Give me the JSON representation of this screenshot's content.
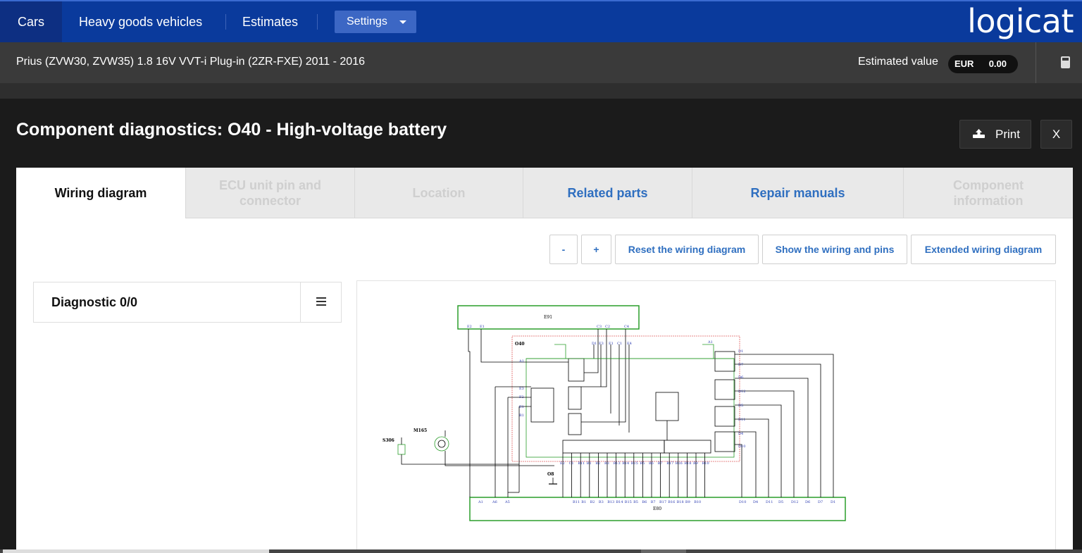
{
  "nav": {
    "cars": "Cars",
    "hgv": "Heavy goods vehicles",
    "estimates": "Estimates",
    "settings": "Settings",
    "logo": "logicat"
  },
  "vehicle": {
    "title": "Prius (ZVW30, ZVW35) 1.8 16V VVT-i Plug-in (2ZR-FXE) 2011 - 2016",
    "estimated_label": "Estimated value",
    "currency": "EUR",
    "value": "0.00"
  },
  "page": {
    "title": "Component diagnostics: O40 - High-voltage battery",
    "print": "Print",
    "close": "X"
  },
  "tabs": [
    {
      "label": "Wiring diagram",
      "state": "active"
    },
    {
      "label": "ECU unit pin and connector",
      "state": "disabled"
    },
    {
      "label": "Location",
      "state": "disabled"
    },
    {
      "label": "Related parts",
      "state": "link"
    },
    {
      "label": "Repair manuals",
      "state": "link"
    },
    {
      "label": "Component information",
      "state": "disabled"
    }
  ],
  "toolbar": {
    "zoom_out": "-",
    "zoom_in": "+",
    "reset": "Reset the wiring diagram",
    "show_wiring": "Show the wiring and pins",
    "extended": "Extended wiring diagram"
  },
  "diagnostic": {
    "title": "Diagnostic 0/0"
  },
  "diagram": {
    "labels": {
      "e91": "E91",
      "o40": "O40",
      "e80": "E80",
      "s306": "S306",
      "m165": "M165",
      "o8": "O8"
    },
    "e91_pins": [
      "E2",
      "E1",
      "C3",
      "C2",
      "C4"
    ],
    "o40_top_pins": [
      "D1",
      "E3",
      "E1",
      "C1",
      "E4"
    ],
    "o40_left_pins": [
      "A1",
      "E3",
      "F2",
      "E1",
      "B1"
    ],
    "o40_right_pins": [
      "A1",
      "D1",
      "D7",
      "D6",
      "D12",
      "D5",
      "D11",
      "D4",
      "D10"
    ],
    "o40_bottom_pins": [
      "E2",
      "C1",
      "B11",
      "B1",
      "B2",
      "B3",
      "B13",
      "B14",
      "B15",
      "B5",
      "B6",
      "B7",
      "B17",
      "B16",
      "B18",
      "B9",
      "B10"
    ],
    "e80_pins": [
      "A1",
      "A6",
      "A5",
      "B11",
      "B1",
      "B2",
      "B3",
      "B13",
      "B14",
      "B15",
      "B5",
      "B6",
      "B7",
      "B17",
      "B16",
      "B18",
      "B9",
      "B10",
      "D10",
      "D4",
      "D11",
      "D5",
      "D12",
      "D6",
      "D7",
      "D1"
    ]
  },
  "colors": {
    "nav_bg": "#0a3a9c",
    "accent": "#2f6fc0",
    "wire_green": "#2a9d2a",
    "wire_red": "#e06060"
  }
}
